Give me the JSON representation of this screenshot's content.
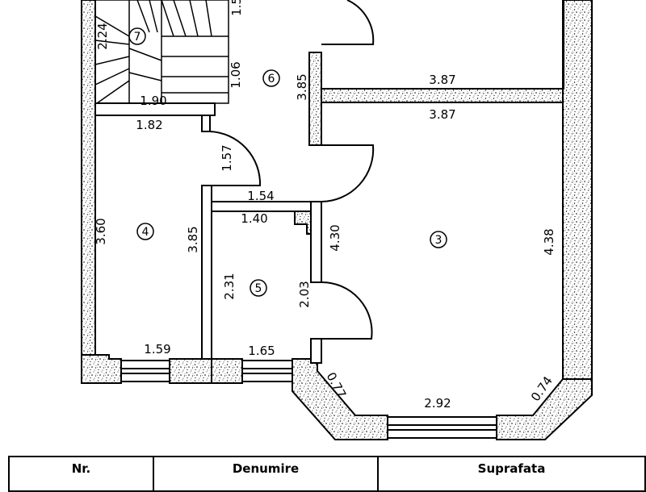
{
  "rooms": [
    {
      "id": "3",
      "label": "3"
    },
    {
      "id": "4",
      "label": "4"
    },
    {
      "id": "5",
      "label": "5"
    },
    {
      "id": "6",
      "label": "6"
    },
    {
      "id": "7",
      "label": "7"
    }
  ],
  "dimensions": {
    "stair_side": "2.24",
    "stair_height": "1.06",
    "stair_width": "1.90",
    "top_partial": "1.5",
    "corridor_height": "3.85",
    "room2_bottom": "3.87",
    "room3_top": "3.87",
    "room4_top": "1.82",
    "door_height": "1.57",
    "corridor_width": "1.54",
    "room5_top": "1.40",
    "room4_height": "3.60",
    "room4_right": "3.85",
    "room5_left": "2.31",
    "room5_right": "2.03",
    "room3_left": "4.30",
    "room3_right": "4.38",
    "room4_bottom": "1.59",
    "room5_bottom": "1.65",
    "bay_left": "0.77",
    "bay_bottom": "2.92",
    "bay_right": "0.74"
  },
  "table": {
    "headers": [
      "Nr.",
      "Denumire",
      "Suprafata"
    ]
  }
}
